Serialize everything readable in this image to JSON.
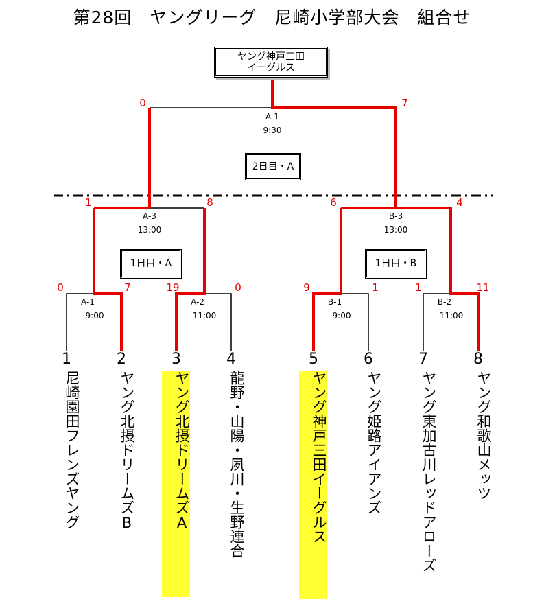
{
  "title": "第28回　ヤングリーグ　尼崎小学部大会　組合せ",
  "champion": {
    "line1": "ヤング神戸三田",
    "line2": "イーグルス"
  },
  "day_labels": {
    "day2": "2日目・A",
    "day1a": "1日目・A",
    "day1b": "1日目・B"
  },
  "games": {
    "final": {
      "id": "A-1",
      "time": "9:30"
    },
    "semi_left": {
      "id": "A-3",
      "time": "13:00"
    },
    "semi_right": {
      "id": "B-3",
      "time": "13:00"
    },
    "q1": {
      "id": "A-1",
      "time": "9:00"
    },
    "q2": {
      "id": "A-2",
      "time": "11:00"
    },
    "q3": {
      "id": "B-1",
      "time": "9:00"
    },
    "q4": {
      "id": "B-2",
      "time": "11:00"
    }
  },
  "scores": {
    "final": [
      "0",
      "7"
    ],
    "semi_left": [
      "1",
      "8"
    ],
    "semi_right": [
      "6",
      "4"
    ],
    "q1": [
      "0",
      "7"
    ],
    "q2": [
      "19",
      "0"
    ],
    "q3": [
      "9",
      "1"
    ],
    "q4": [
      "1",
      "11"
    ]
  },
  "teams": [
    {
      "num": "1",
      "name": "尼崎園田フレンズヤング",
      "highlight": false
    },
    {
      "num": "2",
      "name": "ヤング北摂ドリームズB",
      "highlight": false
    },
    {
      "num": "3",
      "name": "ヤング北摂ドリームズA",
      "highlight": true
    },
    {
      "num": "4",
      "name": "龍野・山陽・夙川・生野連合",
      "highlight": false
    },
    {
      "num": "5",
      "name": "ヤング神戸三田イーグルス",
      "highlight": true
    },
    {
      "num": "6",
      "name": "ヤング姫路アイアンズ",
      "highlight": false
    },
    {
      "num": "7",
      "name": "ヤング東加古川レッドアローズ",
      "highlight": false
    },
    {
      "num": "8",
      "name": "ヤング和歌山メッツ",
      "highlight": false
    }
  ],
  "colors": {
    "winner_line": "#e60000",
    "highlight": "#ffff33",
    "score": "#e60000"
  }
}
